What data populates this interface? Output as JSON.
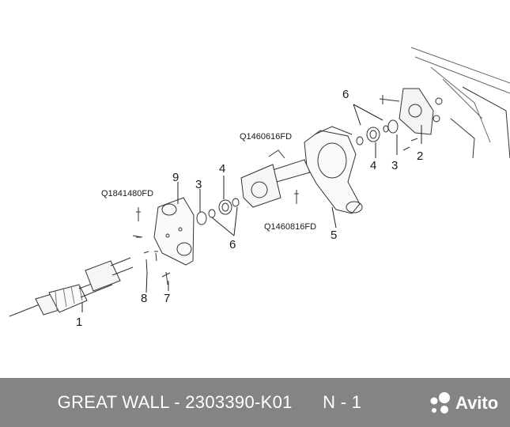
{
  "callouts": {
    "n1": "1",
    "n2": "2",
    "n3a": "3",
    "n3b": "3",
    "n4a": "4",
    "n4b": "4",
    "n5": "5",
    "n6a": "6",
    "n6b": "6",
    "n7": "7",
    "n8": "8",
    "n9": "9"
  },
  "codes": {
    "c1": "Q1460616FD",
    "c2": "Q1841480FD",
    "c3": "Q1460816FD"
  },
  "footer": {
    "text": "GREAT WALL - 2303390-K01      N - 1",
    "watermark": "Avito"
  },
  "colors": {
    "footer_bg": "#848484",
    "line": "#333333"
  }
}
